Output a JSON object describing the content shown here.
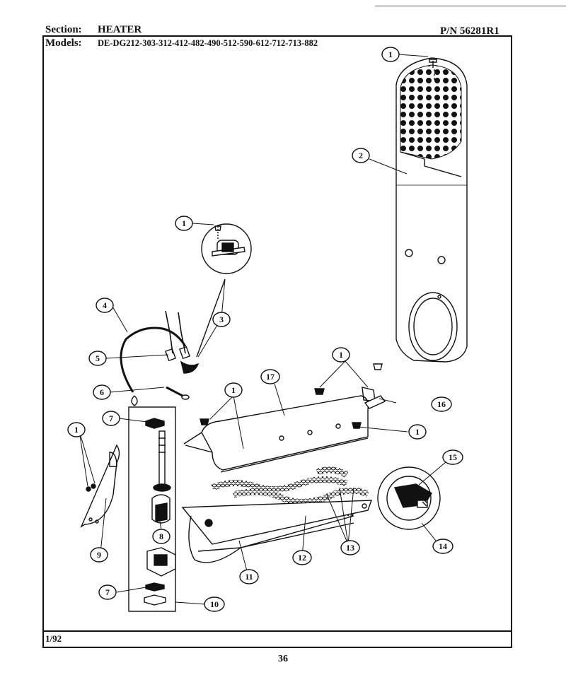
{
  "header": {
    "section_label": "Section:",
    "section_value": "HEATER",
    "models_label": "Models:",
    "models_value": "DE-DG212-303-312-412-482-490-512-590-612-712-713-882",
    "part_number": "P/N 56281R1"
  },
  "footer": {
    "date": "1/92",
    "page_number": "36"
  },
  "callouts": [
    "1",
    "2",
    "1",
    "3",
    "4",
    "5",
    "6",
    "17",
    "1",
    "1",
    "16",
    "7",
    "1",
    "1",
    "15",
    "8",
    "9",
    "12",
    "13",
    "14",
    "11",
    "7",
    "10"
  ],
  "colors": {
    "ink": "#111111",
    "paper": "#ffffff"
  }
}
